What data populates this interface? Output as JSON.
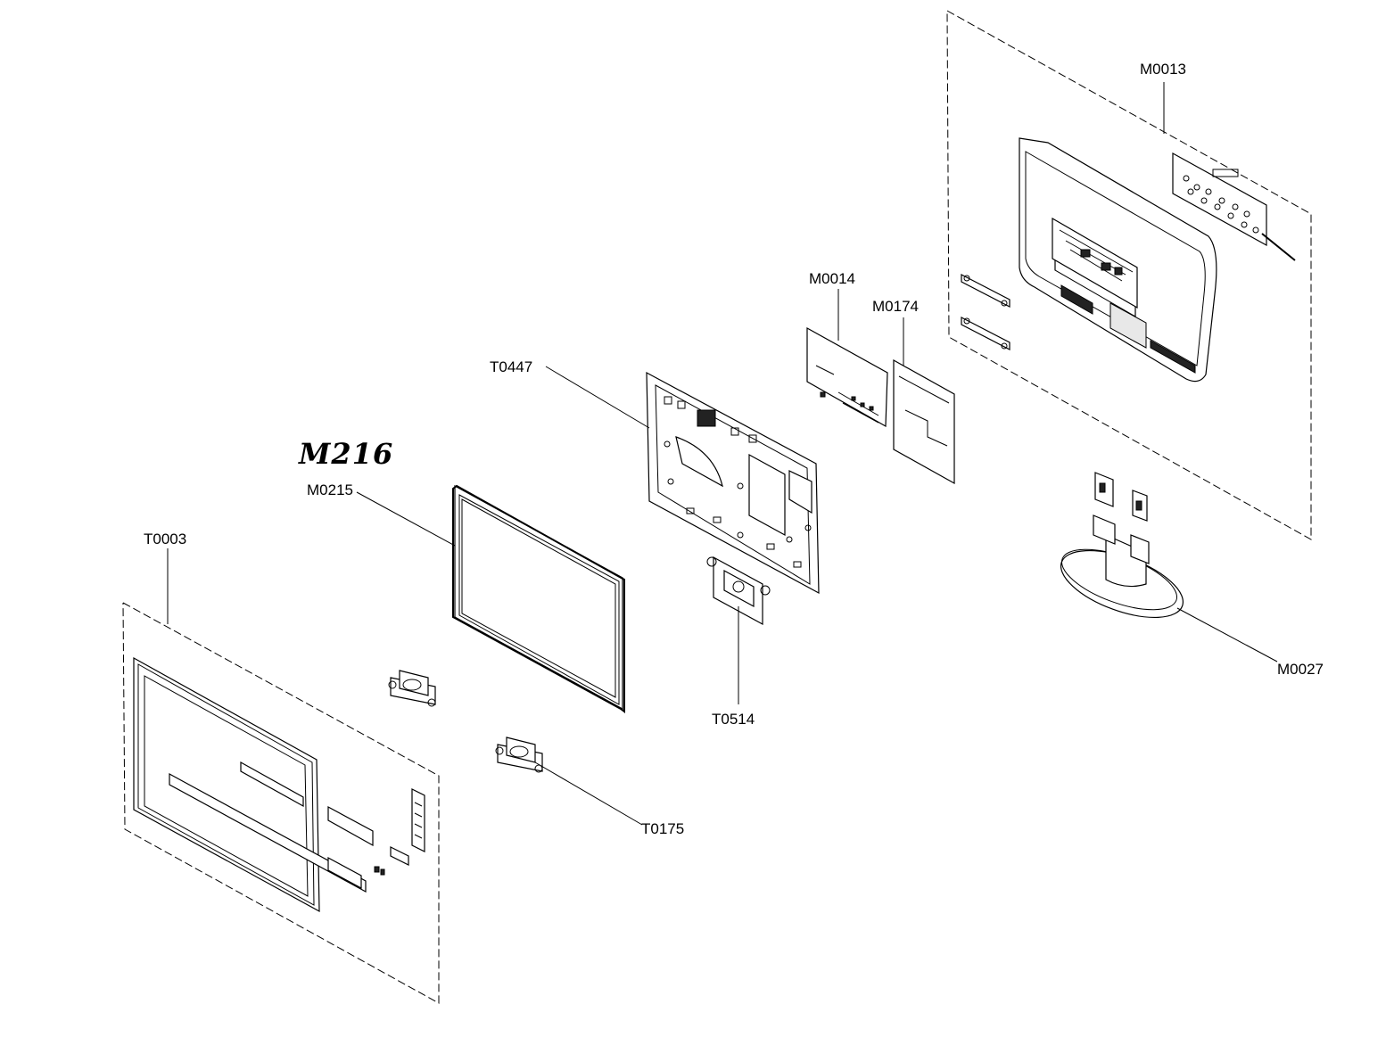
{
  "handwritten_title": "M216",
  "callouts": [
    {
      "id": "M0013",
      "text": "M0013"
    },
    {
      "id": "M0014",
      "text": "M0014"
    },
    {
      "id": "M0174",
      "text": "M0174"
    },
    {
      "id": "T0447",
      "text": "T0447"
    },
    {
      "id": "M0215",
      "text": "M0215"
    },
    {
      "id": "T0003",
      "text": "T0003"
    },
    {
      "id": "T0514",
      "text": "T0514"
    },
    {
      "id": "T0175",
      "text": "T0175"
    },
    {
      "id": "M0027",
      "text": "M0027"
    }
  ]
}
